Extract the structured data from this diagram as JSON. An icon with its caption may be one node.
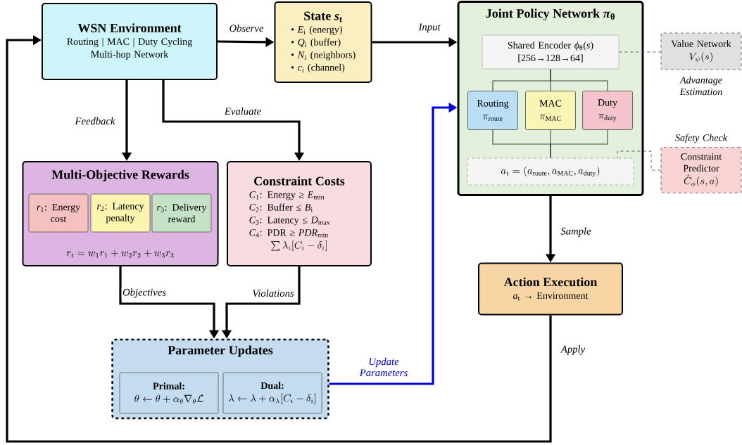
{
  "diagram": {
    "nodes": [
      {
        "text": [
          "WSN Environment",
          "Routing | MAC | Duty Cycling",
          "Multi-hop Network"
        ]
      },
      {
        "text": [
          "State *s*$_{t}$",
          "• *E*$_{i}$ (energy)",
          "• *Q*$_{i}$ (buffer)",
          "• *N*$_{i}$ (neighbors)",
          "• *c*$_{i}$ (channel)"
        ]
      },
      {
        "text": [
          "Joint Policy Network *π*$_{θ}$"
        ]
      },
      {
        "text": [
          "Shared Encoder *ϕ*$_{θ}$(*s*)",
          "[256→128→64]"
        ],
        "in": 2
      },
      {
        "text": [
          "Routing",
          "\\pi_{\\mathrm{route}}"
        ],
        "in": 2
      },
      {
        "text": [
          "MAC",
          "\\pi_{\\mathrm{MAC}}"
        ],
        "in": 2
      },
      {
        "text": [
          "Duty",
          "\\pi_{\\mathrm{duty}}"
        ],
        "in": 2
      },
      {
        "text": [
          "a_t = (a_{\\mathrm{route}}, a_{\\mathrm{MAC}}, a_{\\mathrm{duty}})"
        ],
        "in": 2
      },
      {
        "text": [
          "Value Network",
          "V_\\psi(s)"
        ],
        "beside": [
          "Advantage Estimation"
        ]
      },
      {
        "text": [
          "Constraint Predictor",
          "\\hat{C}_\\phi(s,a)"
        ],
        "beside": [
          "Safety Check"
        ]
      },
      {
        "text": [
          "Multi-Objective Rewards",
          "r_t = w_1 r_1 + w_2 r_2 + w_3 r_3"
        ]
      },
      {
        "text": [
          "*r*$_{1}$: Energy cost"
        ],
        "in": 10
      },
      {
        "text": [
          "*r*$_{2}$: Latency penalty"
        ],
        "in": 10
      },
      {
        "text": [
          "*r*$_{3}$: Delivery reward"
        ],
        "in": 10
      },
      {
        "text": [
          "Constraint Costs",
          "*C*$_{1}$: Energy ≥ *E*$_{min}$",
          "*C*$_{2}$: Buffer ≤ *B*$_{i}$",
          "*C*$_{3}$: Latency ≤ *D*$_{max}$",
          "*C*$_{4}$: PDR ≥ *PDR*$_{min}$",
          "\\sum \\lambda_i [C_i - \\delta_i]"
        ]
      },
      {
        "text": [
          "Action Execution",
          "*a*$_{t}$ → Environment"
        ]
      },
      {
        "text": [
          "Parameter Updates"
        ]
      },
      {
        "text": [
          "Primal:",
          "\\theta \\leftarrow \\theta + \\alpha_\\theta \\nabla_\\theta \\mathcal{L}"
        ],
        "in": 16
      },
      {
        "text": [
          "Dual:",
          "\\lambda \\leftarrow \\lambda + \\alpha_\\lambda [C_i - \\delta_i]"
        ],
        "in": 16
      }
    ],
    "edges": [
      {
        "from": 0,
        "to": 1,
        "arrow": "to",
        "label": "Observe"
      },
      {
        "from": 1,
        "to": 2,
        "arrow": "to",
        "label": "Input"
      },
      {
        "from": 0,
        "to": 10,
        "arrow": "to",
        "label": "Feedback"
      },
      {
        "from": 0,
        "to": 14,
        "arrow": "to",
        "label": "Evaluate"
      },
      {
        "from": 10,
        "to": 16,
        "arrow": "to",
        "label": "Objectives"
      },
      {
        "from": 14,
        "to": 16,
        "arrow": "to",
        "label": "Violations"
      },
      {
        "from": 16,
        "to": 2,
        "arrow": "to",
        "label": "Update Parameters",
        "color": "#0000dd"
      },
      {
        "from": 2,
        "to": 15,
        "arrow": "to",
        "label": "Sample"
      },
      {
        "from": 15,
        "to": 0,
        "arrow": "to",
        "label": "Apply"
      },
      {
        "from": 3,
        "to": 8,
        "arrow": "none",
        "style": "dashed",
        "color": "#555555"
      },
      {
        "from": 9,
        "to": 7,
        "arrow": "none",
        "style": "dashed",
        "color": "#555555"
      },
      {
        "from": 3,
        "to": 4,
        "arrow": "none"
      },
      {
        "from": 3,
        "to": 5,
        "arrow": "none"
      },
      {
        "from": 3,
        "to": 6,
        "arrow": "none"
      },
      {
        "from": 4,
        "to": 7,
        "arrow": "none"
      },
      {
        "from": 5,
        "to": 7,
        "arrow": "none"
      },
      {
        "from": 6,
        "to": 7,
        "arrow": "none"
      }
    ]
  }
}
